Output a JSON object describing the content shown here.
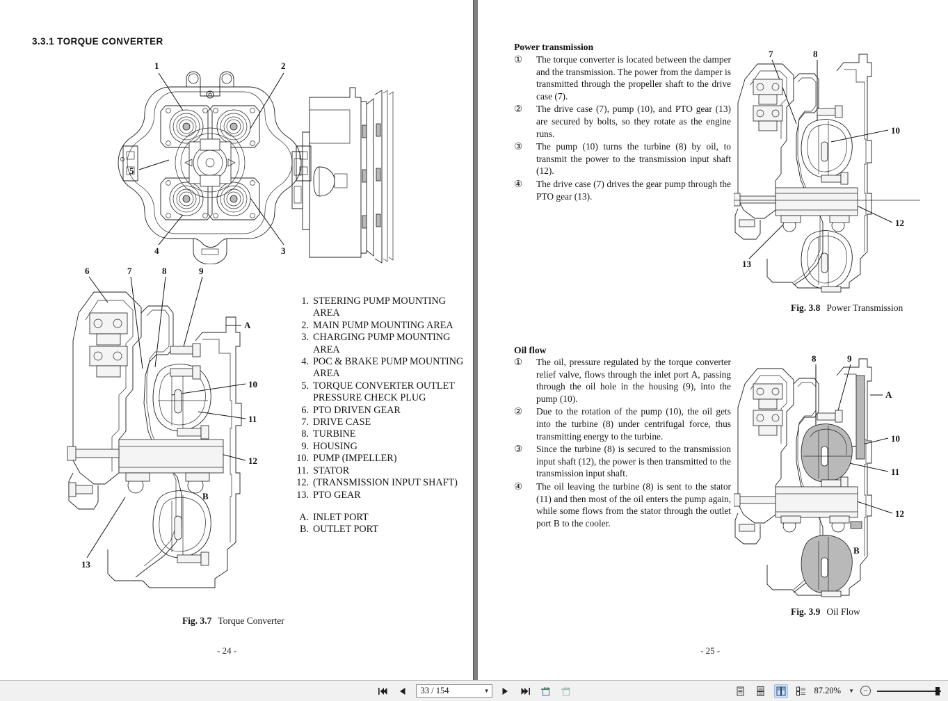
{
  "app": {
    "zoom_level": "87.20%",
    "page_indicator": "33 / 154"
  },
  "toolbar": {
    "first_page_label": "⏮",
    "prev_page_label": "◀",
    "next_page_label": "▶",
    "last_page_label": "⏭",
    "page_box_caret": "▼",
    "prev_view_label": "⎘",
    "next_view_label": "⎘",
    "view_single_label": "▤",
    "view_continuous_label": "▤",
    "view_two_up_label": "▥",
    "view_two_up_cont_label": "▤",
    "zoom_caret": "▼",
    "zoom_out_label": "−",
    "zoom_in_label": "+"
  },
  "left_page": {
    "section_title": "3.3.1  TORQUE CONVERTER",
    "legend": [
      {
        "num": "1.",
        "text": "STEERING PUMP MOUNTING AREA"
      },
      {
        "num": "2.",
        "text": "MAIN PUMP MOUNTING AREA"
      },
      {
        "num": "3.",
        "text": "CHARGING PUMP MOUNTING AREA"
      },
      {
        "num": "4.",
        "text": "POC & BRAKE PUMP MOUNTING AREA"
      },
      {
        "num": "5.",
        "text": "TORQUE CONVERTER OUTLET PRESSURE CHECK PLUG"
      },
      {
        "num": "6.",
        "text": "PTO DRIVEN GEAR"
      },
      {
        "num": "7.",
        "text": "DRIVE CASE"
      },
      {
        "num": "8.",
        "text": "TURBINE"
      },
      {
        "num": "9.",
        "text": "HOUSING"
      },
      {
        "num": "10.",
        "text": "PUMP (IMPELLER)"
      },
      {
        "num": "11.",
        "text": "STATOR"
      },
      {
        "num": "12.",
        "text": "(TRANSMISSION INPUT SHAFT)"
      },
      {
        "num": "13.",
        "text": "PTO GEAR"
      }
    ],
    "legend_ports": [
      {
        "num": "A.",
        "text": "INLET PORT"
      },
      {
        "num": "B.",
        "text": "OUTLET PORT"
      }
    ],
    "figure_caption_label": "Fig. 3.7",
    "figure_caption_name": "Torque Converter",
    "page_number": "- 24 -",
    "top_callouts": [
      "1",
      "2",
      "3",
      "4",
      "5"
    ],
    "section_callouts": [
      "6",
      "7",
      "8",
      "9",
      "10",
      "11",
      "12",
      "13",
      "A",
      "B"
    ]
  },
  "right_page": {
    "power_transmission": {
      "heading": "Power transmission",
      "items": [
        {
          "marker": "①",
          "text": "The torque converter is located between the damper and the transmission.  The power from the damper is transmitted through the propeller shaft to the drive case (7)."
        },
        {
          "marker": "②",
          "text": "The drive case (7), pump (10), and PTO gear (13) are secured by bolts, so they rotate as the engine runs."
        },
        {
          "marker": "③",
          "text": "The pump (10) turns the turbine (8) by oil, to transmit the power to the transmission input shaft (12)."
        },
        {
          "marker": "④",
          "text": "The drive case (7) drives the gear pump through the PTO gear (13)."
        }
      ],
      "figure_caption_label": "Fig. 3.8",
      "figure_caption_name": "Power Transmission",
      "callouts": [
        "7",
        "8",
        "10",
        "12",
        "13"
      ]
    },
    "oil_flow": {
      "heading": "Oil flow",
      "items": [
        {
          "marker": "①",
          "text": "The oil, pressure regulated by the torque converter relief valve, flows through the inlet port A, passing through the oil hole in the housing (9), into the pump (10)."
        },
        {
          "marker": "②",
          "text": "Due to the rotation of the pump (10), the oil gets into the turbine (8) under centrifugal force, thus transmitting energy to the turbine."
        },
        {
          "marker": "③",
          "text": "Since the turbine (8) is secured to the transmission input shaft (12), the power is then transmitted to the transmission input shaft."
        },
        {
          "marker": "④",
          "text": "The oil leaving the turbine (8) is sent to the stator (11) and then most of the oil enters the pump again, while some flows from the stator through the outlet port B to the cooler."
        }
      ],
      "figure_caption_label": "Fig. 3.9",
      "figure_caption_name": "Oil Flow",
      "callouts": [
        "8",
        "9",
        "10",
        "11",
        "12",
        "A",
        "B"
      ]
    },
    "page_number": "- 25 -"
  }
}
